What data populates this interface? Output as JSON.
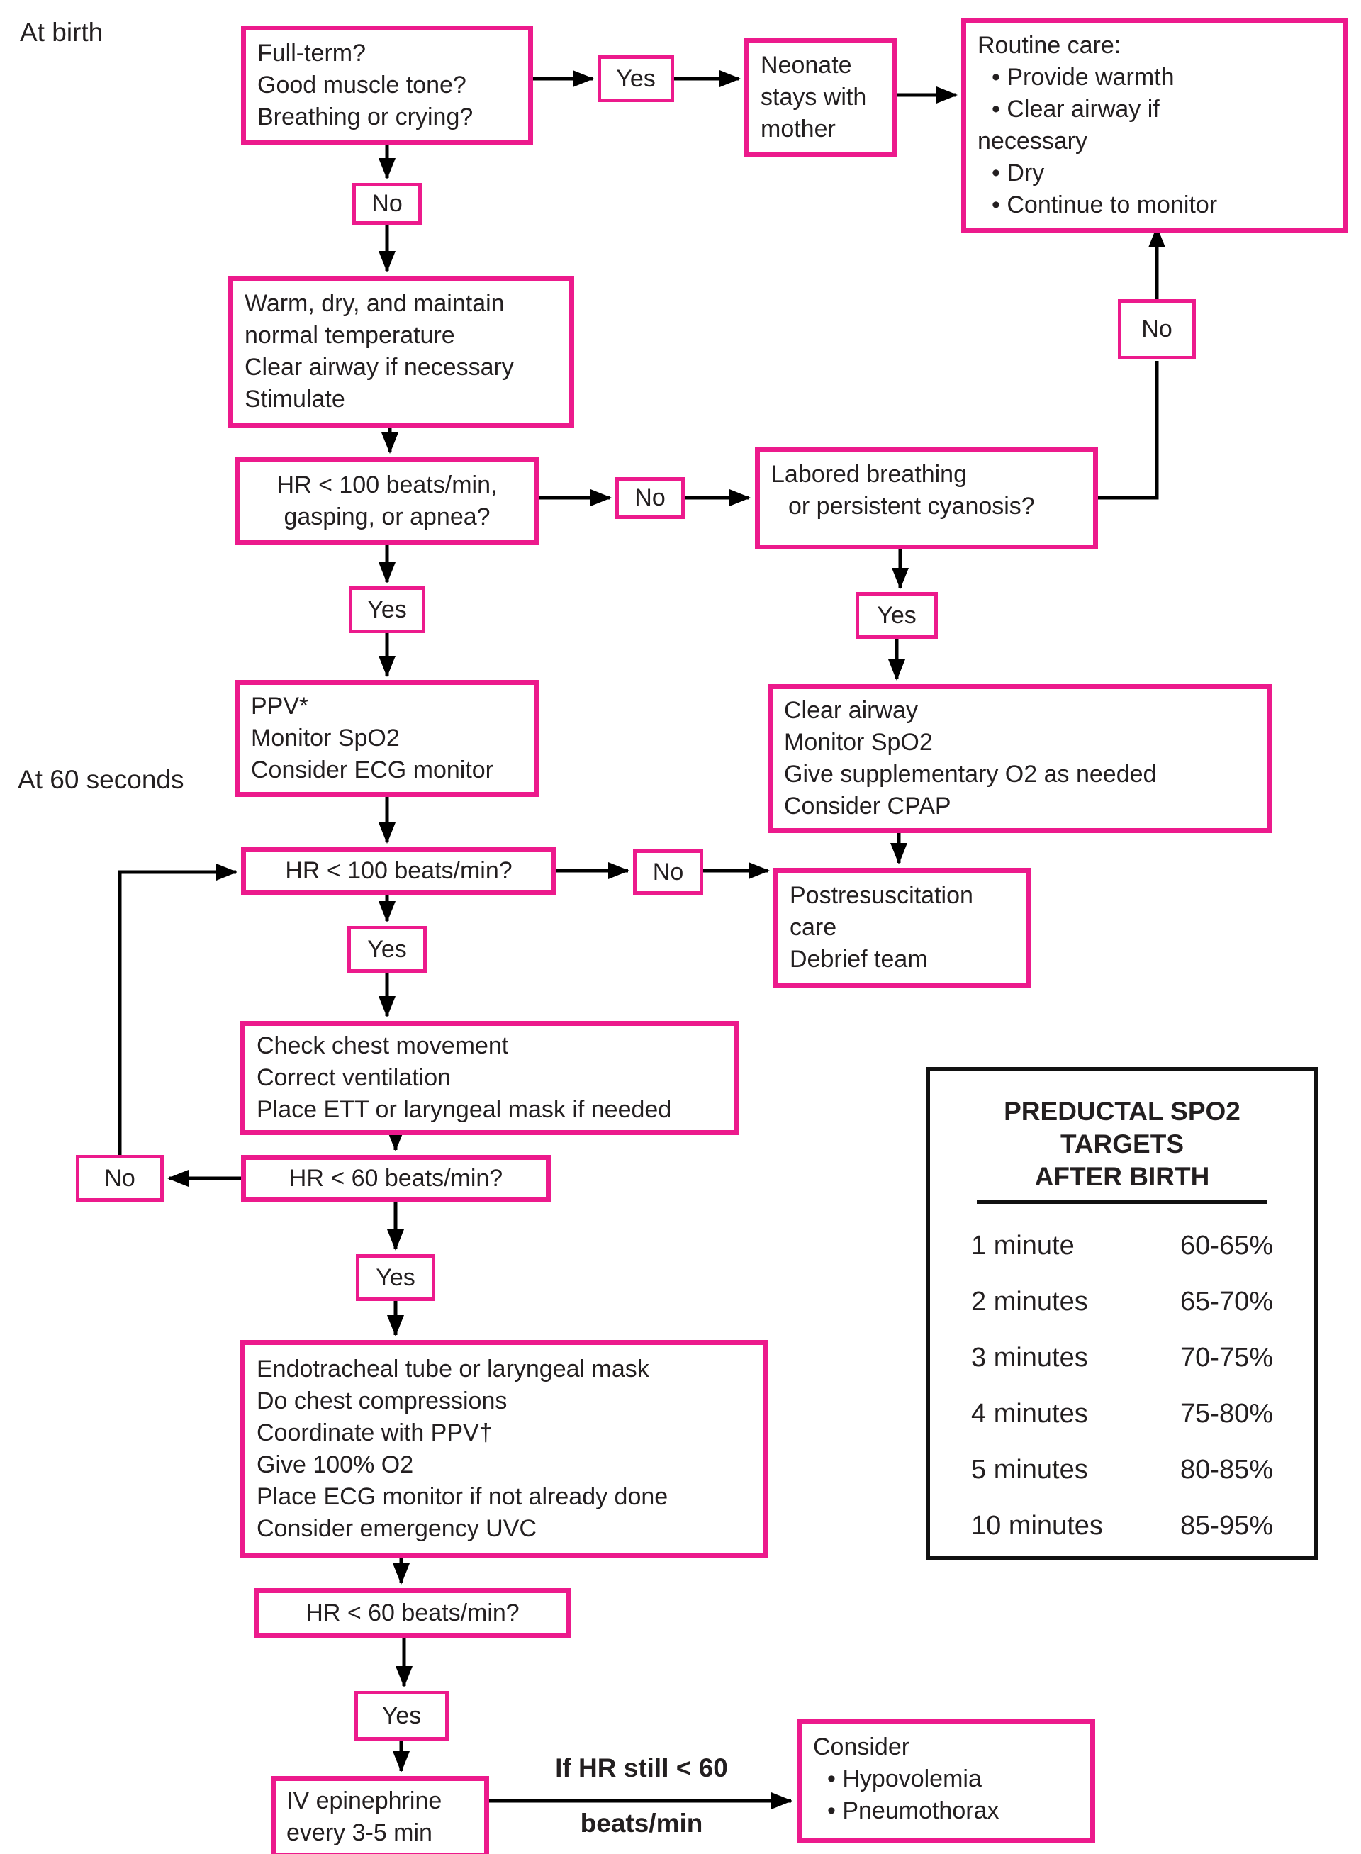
{
  "colors": {
    "accent_pink": "#ec1a8c",
    "text_black": "#231f20",
    "line_black": "#000000"
  },
  "side_labels": {
    "at_birth": "At birth",
    "at_60_seconds": "At 60 seconds"
  },
  "decision_labels": {
    "yes": "Yes",
    "no": "No"
  },
  "nodes": {
    "full_term": {
      "lines": [
        "Full-term?",
        "Good muscle tone?",
        "Breathing or crying?"
      ]
    },
    "neonate": {
      "lines": [
        "Neonate",
        "stays with",
        "mother"
      ]
    },
    "routine_care": {
      "title": "Routine care:",
      "items": [
        "• Provide warmth",
        "• Clear airway if necessary",
        "• Dry",
        "• Continue to monitor"
      ]
    },
    "warm_dry": {
      "lines": [
        "Warm, dry, and maintain",
        "normal temperature",
        "Clear airway if necessary",
        "Stimulate"
      ]
    },
    "hr100_gasping": {
      "lines": [
        "HR < 100 beats/min,",
        "gasping, or apnea?"
      ]
    },
    "labored": {
      "lines": [
        "Labored breathing",
        "or persistent cyanosis?"
      ]
    },
    "ppv": {
      "lines": [
        "PPV*",
        "Monitor SpO2",
        "Consider ECG monitor"
      ]
    },
    "clear_airway": {
      "lines": [
        "Clear airway",
        "Monitor SpO2",
        "Give supplementary O2 as needed",
        "Consider CPAP"
      ]
    },
    "hr100_question": "HR < 100 beats/min?",
    "postresuscitation": {
      "lines": [
        "Postresuscitation",
        "care",
        "Debrief team"
      ]
    },
    "check_chest": {
      "lines": [
        "Check chest movement",
        "Correct ventilation",
        "Place ETT or laryngeal mask if needed"
      ]
    },
    "hr60_question": "HR < 60 beats/min?",
    "endotracheal": {
      "lines": [
        "Endotracheal tube or laryngeal mask",
        "Do chest compressions",
        "Coordinate with PPV†",
        "Give 100% O2",
        "Place ECG monitor if not already done",
        "Consider emergency UVC"
      ]
    },
    "iv_epinephrine": {
      "lines": [
        "IV epinephrine",
        "every 3-5 min"
      ]
    },
    "consider": {
      "title": "Consider",
      "items": [
        "• Hypovolemia",
        "• Pneumothorax"
      ]
    }
  },
  "arrow_label": {
    "line1": "If HR still < 60",
    "line2": "beats/min"
  },
  "spo2_table": {
    "title_line1": "PREDUCTAL SPO2 TARGETS",
    "title_line2": "AFTER BIRTH",
    "rows": [
      {
        "time": "1 minute",
        "range": "60-65%"
      },
      {
        "time": "2 minutes",
        "range": "65-70%"
      },
      {
        "time": "3 minutes",
        "range": "70-75%"
      },
      {
        "time": "4 minutes",
        "range": "75-80%"
      },
      {
        "time": "5 minutes",
        "range": "80-85%"
      },
      {
        "time": "10 minutes",
        "range": "85-95%"
      }
    ]
  }
}
